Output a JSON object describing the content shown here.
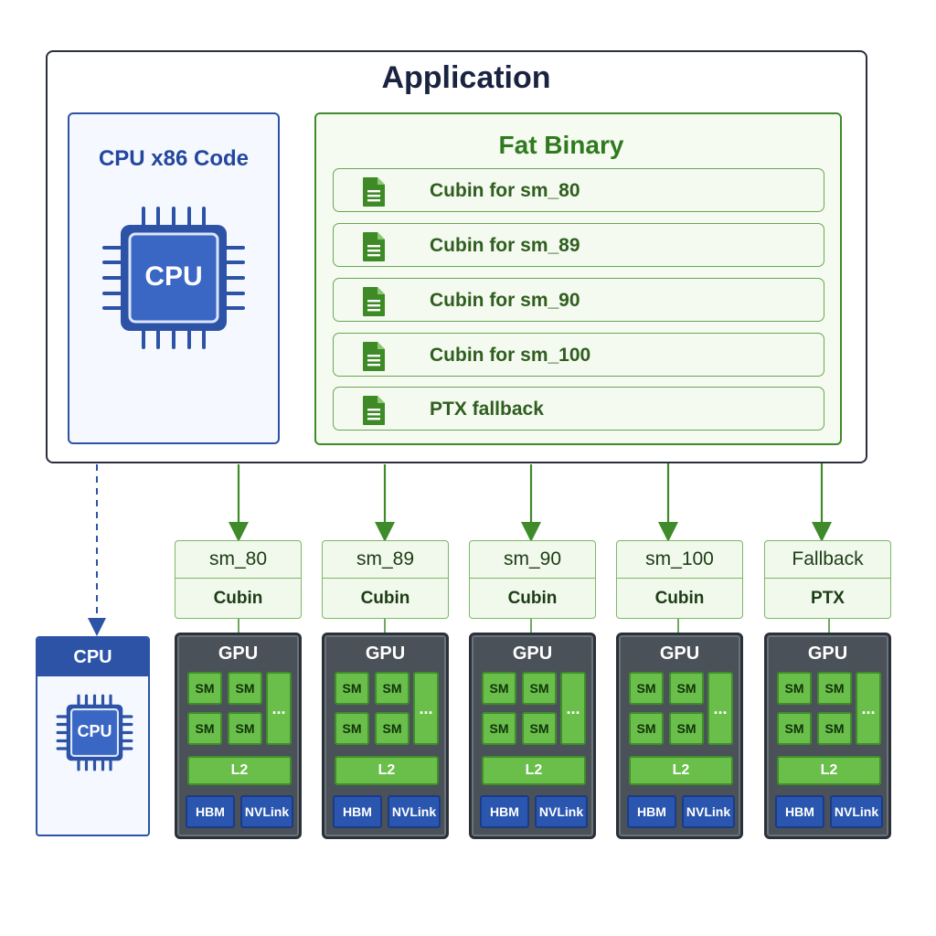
{
  "application": {
    "title": "Application"
  },
  "cpu_code": {
    "title": "CPU x86 Code",
    "chip_label": "CPU"
  },
  "fat_binary": {
    "title": "Fat Binary",
    "entries": [
      {
        "label": "Cubin for sm_80"
      },
      {
        "label": "Cubin for sm_89"
      },
      {
        "label": "Cubin for sm_90"
      },
      {
        "label": "Cubin for sm_100"
      },
      {
        "label": "PTX fallback"
      }
    ]
  },
  "targets": [
    {
      "arch": "sm_80",
      "kind": "Cubin"
    },
    {
      "arch": "sm_89",
      "kind": "Cubin"
    },
    {
      "arch": "sm_90",
      "kind": "Cubin"
    },
    {
      "arch": "sm_100",
      "kind": "Cubin"
    },
    {
      "arch": "Fallback",
      "kind": "PTX"
    }
  ],
  "gpu": {
    "title": "GPU",
    "sm_label": "SM",
    "more_label": "...",
    "l2_label": "L2",
    "hbm_label": "HBM",
    "nvlink_label": "NVLink"
  },
  "host_cpu": {
    "title": "CPU",
    "chip_label": "CPU"
  },
  "colors": {
    "cpu_blue": "#2c53a6",
    "gpu_green": "#6abf4b",
    "fat_green": "#3f8a2a",
    "gpu_body": "#4a5158"
  }
}
